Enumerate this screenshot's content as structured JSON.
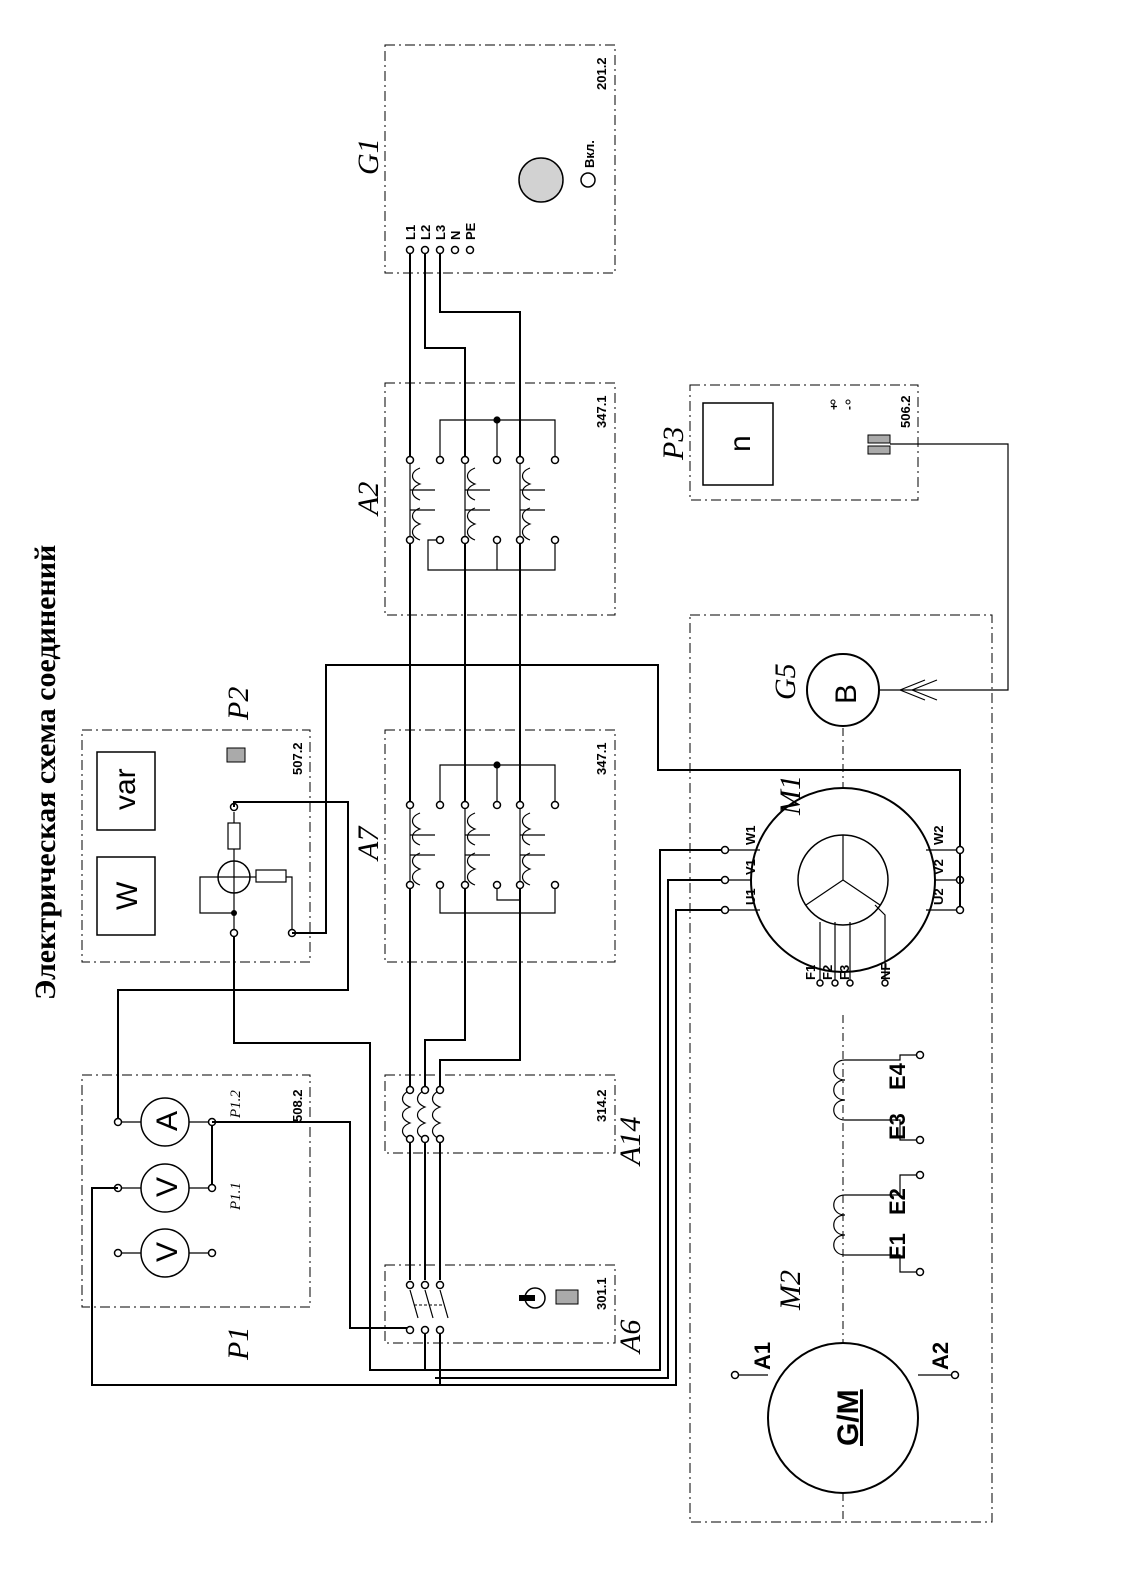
{
  "title": "Электрическая схема соединений",
  "modules": {
    "G1": {
      "label": "G1",
      "code": "201.2",
      "terminals": [
        "L1",
        "L2",
        "L3",
        "N",
        "PE"
      ],
      "switch_label": "Вкл."
    },
    "A2": {
      "label": "A2",
      "code": "347.1"
    },
    "A7": {
      "label": "A7",
      "code": "347.1"
    },
    "P2": {
      "label": "P2",
      "code": "507.2",
      "display_w": "W",
      "display_var": "var"
    },
    "P3": {
      "label": "P3",
      "code": "506.2",
      "display_n": "n",
      "plus": "+",
      "minus": "-"
    },
    "P1": {
      "label": "P1",
      "code": "508.2",
      "meter_v1": "V",
      "meter_v2": "V",
      "meter_a": "A",
      "sub_p11": "P1.1",
      "sub_p12": "P1.2"
    },
    "A14": {
      "label": "A14",
      "code": "314.2"
    },
    "A6": {
      "label": "A6",
      "code": "301.1"
    },
    "M1": {
      "label": "M1",
      "terminals": [
        "W1",
        "V1",
        "U1",
        "W2",
        "V2",
        "U2"
      ],
      "field": [
        "F1",
        "F2",
        "F3",
        "NF"
      ]
    },
    "G5": {
      "label": "G5",
      "symbol": "B"
    },
    "M2": {
      "label": "M2",
      "symbol": "G/M",
      "armature": [
        "A1",
        "A2"
      ],
      "windings": [
        "E1",
        "E2",
        "E3",
        "E4"
      ]
    }
  },
  "colors": {
    "line": "#000000",
    "fill_gray": "#cccccc",
    "box_gray": "#aaaaaa"
  }
}
